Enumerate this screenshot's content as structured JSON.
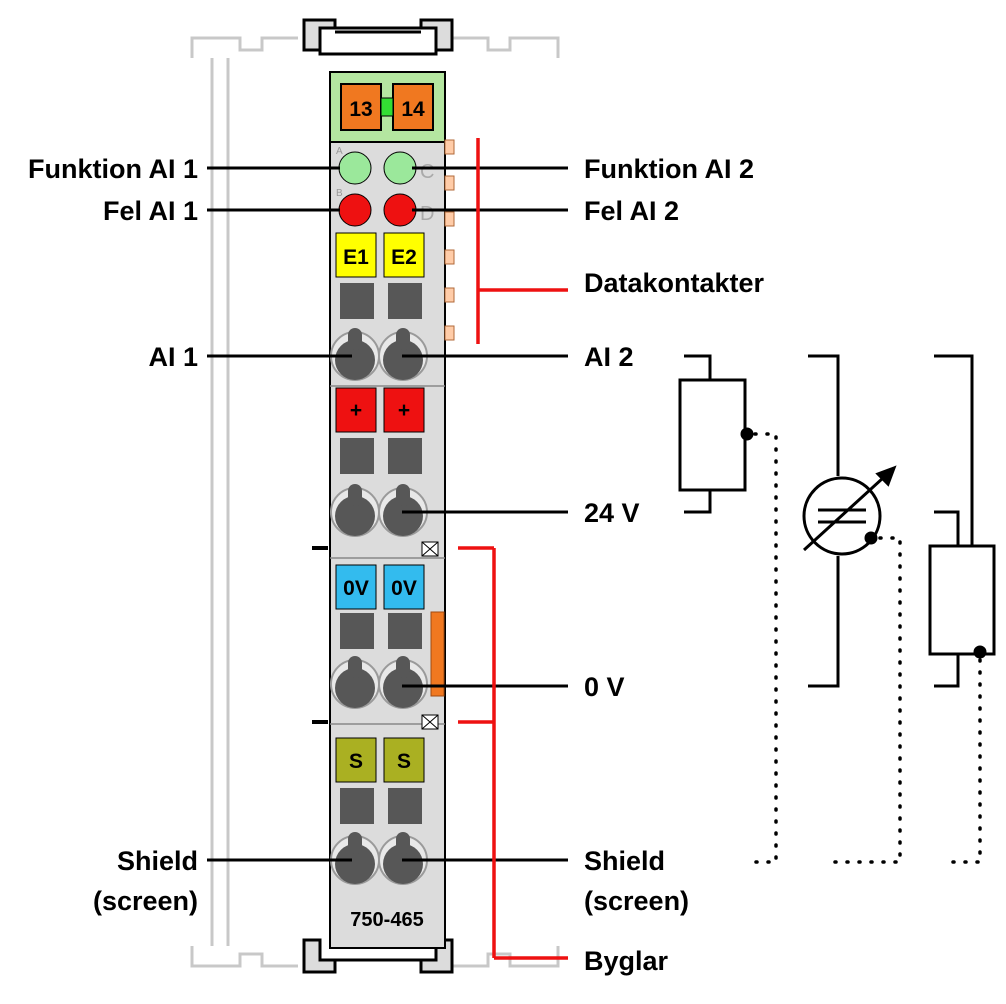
{
  "module": {
    "model": "750-465",
    "top_contacts": [
      "13",
      "14"
    ],
    "led_letters": [
      "A",
      "B",
      "C",
      "D"
    ],
    "terminals": {
      "signal": [
        "E1",
        "E2"
      ],
      "supply": [
        "+",
        "+"
      ],
      "ground": [
        "0V",
        "0V"
      ],
      "shield": [
        "S",
        "S"
      ]
    }
  },
  "labels": {
    "left": {
      "funktion_ai1": "Funktion AI 1",
      "fel_ai1": "Fel AI 1",
      "ai1": "AI 1",
      "shield_line1": "Shield",
      "shield_line2": "(screen)"
    },
    "right": {
      "funktion_ai2": "Funktion AI 2",
      "fel_ai2": "Fel AI 2",
      "datakontakter": "Datakontakter",
      "ai2": "AI 2",
      "v24": "24 V",
      "v0": "0 V",
      "shield_line1": "Shield",
      "shield_line2": "(screen)",
      "byglar": "Byglar"
    }
  },
  "colors": {
    "module_body": "#dcdcdc",
    "top_green": "#b4e6a0",
    "contact_orange": "#f07820",
    "led_green": "#9be89b",
    "led_red": "#ee1111",
    "terminal_yellow": "#ffff00",
    "terminal_red": "#ee1111",
    "terminal_blue": "#33bbee",
    "terminal_olive": "#aab022",
    "slot_grey": "#575757",
    "callout_red": "#ee1111"
  }
}
